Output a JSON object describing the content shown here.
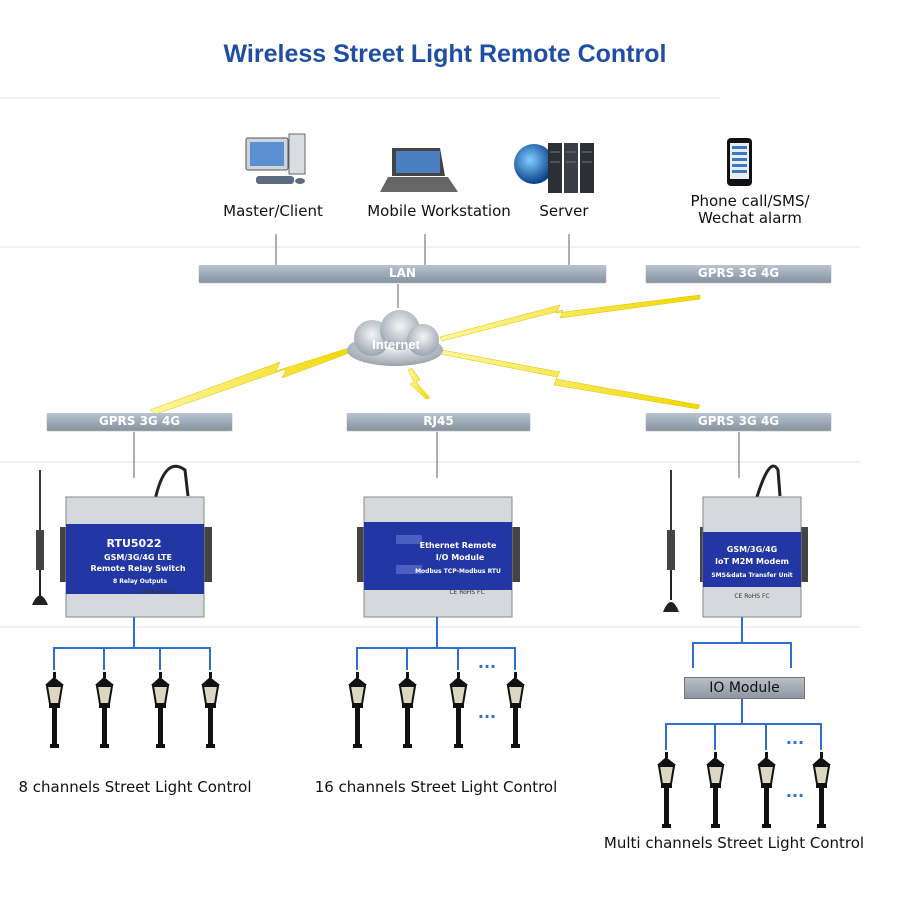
{
  "title": "Wireless Street Light Remote Control",
  "top_nodes": {
    "master_client": "Master/Client",
    "mobile_workstation": "Mobile Workstation",
    "server": "Server",
    "phone_alarm_line1": "Phone call/SMS/",
    "phone_alarm_line2": "Wechat alarm"
  },
  "network_bars": {
    "lan": "LAN",
    "gprs_top": "GPRS 3G 4G",
    "gprs_left": "GPRS 3G 4G",
    "rj45": "RJ45",
    "gprs_right": "GPRS 3G 4G"
  },
  "cloud_label": "Internet",
  "devices": {
    "left": {
      "model": "RTU5022",
      "line1": "GSM/3G/4G LTE",
      "line2": "Remote Relay Switch",
      "line3": "8 Relay Outputs",
      "cert": "CE RoHS FC"
    },
    "center": {
      "line1": "Ethernet Remote",
      "line2": "I/O Module",
      "line3": "Modbus TCP-Modbus RTU",
      "cert": "CE RoHS FC"
    },
    "right": {
      "line1": "GSM/3G/4G",
      "line2": "IoT M2M Modem",
      "line3": "SMS&data Transfer Unit",
      "cert": "CE RoHS FC"
    }
  },
  "io_module": "IO Module",
  "ellipsis": "...",
  "captions": {
    "left": "8 channels Street Light Control",
    "center": "16 channels Street Light Control",
    "right": "Multi channels Street Light Control"
  }
}
